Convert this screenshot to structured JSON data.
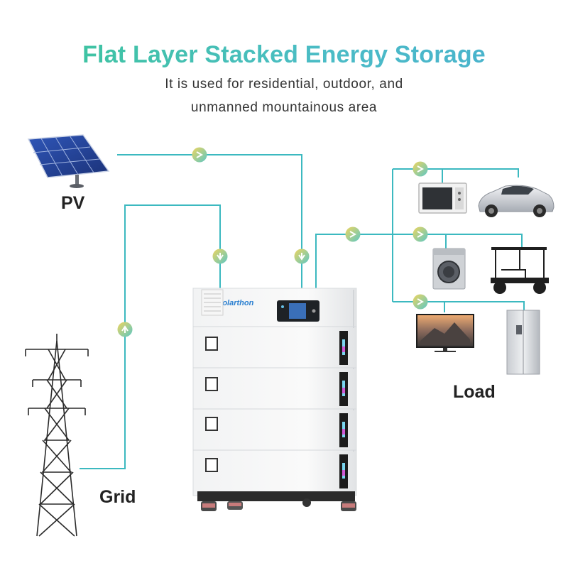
{
  "title": "Flat Layer Stacked Energy Storage",
  "subtitle_line1": "It is used for residential, outdoor, and",
  "subtitle_line2": "unmanned mountainous area",
  "labels": {
    "pv": "PV",
    "load": "Load",
    "grid": "Grid"
  },
  "brand": "Solarthon",
  "colors": {
    "line": "#3cb9c0",
    "arrow_gradient": [
      "#efd55e",
      "#5cc7c4"
    ],
    "title_gradient": [
      "#3fc3a3",
      "#49b4cc"
    ]
  },
  "battery_modules": 4,
  "load_devices": [
    "microwave-icon",
    "car-icon",
    "washing-machine-icon",
    "golf-cart-icon",
    "tv-icon",
    "refrigerator-icon"
  ],
  "sources": [
    "solar-panel-icon",
    "power-tower-icon"
  ]
}
